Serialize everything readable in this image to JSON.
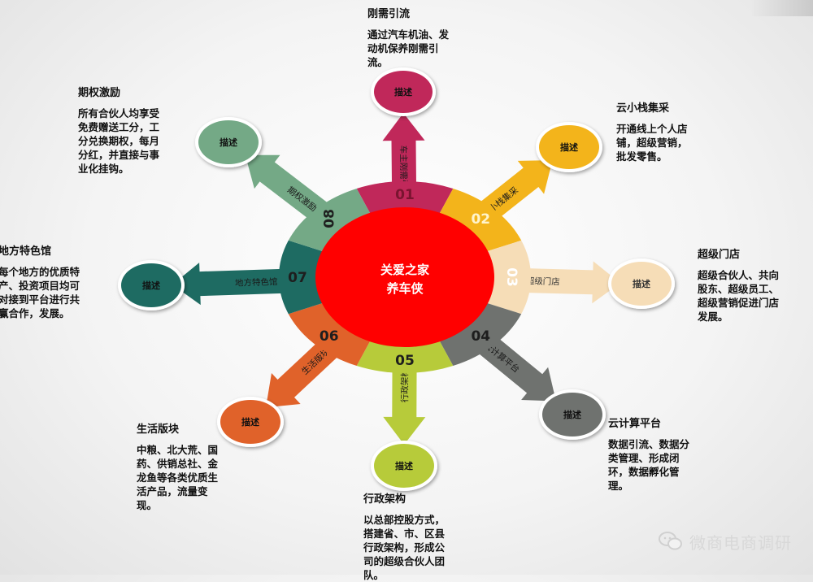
{
  "center": {
    "line1": "关爱之家",
    "line2": "养车侠"
  },
  "node_label": "描述",
  "items": [
    {
      "num": "01",
      "arrow_label": "车主刚需引流",
      "title": "刚需引流",
      "desc": [
        "通过汽车机油、发",
        "动机保养刚需引",
        "流。"
      ],
      "color": "#c0285a"
    },
    {
      "num": "02",
      "arrow_label": "云小栈集采",
      "title": "云小栈集采",
      "desc": [
        "开通线上个人店",
        "铺，超级营销，",
        "批发零售。"
      ],
      "color": "#f3b41b"
    },
    {
      "num": "03",
      "arrow_label": "超级门店",
      "title": "超级门店",
      "desc": [
        "超级合伙人、共向",
        "股东、超级员工、",
        "超级营销促进门店",
        "发展。"
      ],
      "color": "#f6ddb7"
    },
    {
      "num": "04",
      "arrow_label": "云计算平台",
      "title": "云计算平台",
      "desc": [
        "数据引流、数据分",
        "类管理、形成闭",
        "环，数据孵化管",
        "理。"
      ],
      "color": "#6f726f"
    },
    {
      "num": "05",
      "arrow_label": "行政架构",
      "title": "行政架构",
      "desc": [
        "以总部控股方式，",
        "搭建省、市、区县",
        "行政架构，形成公",
        "司的超级合伙人团",
        "队。"
      ],
      "color": "#b7cb3a"
    },
    {
      "num": "06",
      "arrow_label": "生活版块",
      "title": "生活版块",
      "desc": [
        "中粮、北大荒、国",
        "药、供销总社、金",
        "龙鱼等各类优质生",
        "活产品，流量变",
        "现。"
      ],
      "color": "#e0622a"
    },
    {
      "num": "07",
      "arrow_label": "地方特色馆",
      "title": "地方特色馆",
      "desc": [
        "每个地方的优质特",
        "产、投资项目均可",
        "对接到平台进行共",
        "赢合作，发展。"
      ],
      "color": "#1e6b62"
    },
    {
      "num": "08",
      "arrow_label": "期权激励",
      "title": "期权激励",
      "desc": [
        "所有合伙人均享受",
        "免费赠送工分，工",
        "分兑换期权，每月",
        "分红，并直接与事",
        "业化挂钩。"
      ],
      "color": "#74a986"
    }
  ],
  "watermark": "微商电商调研"
}
